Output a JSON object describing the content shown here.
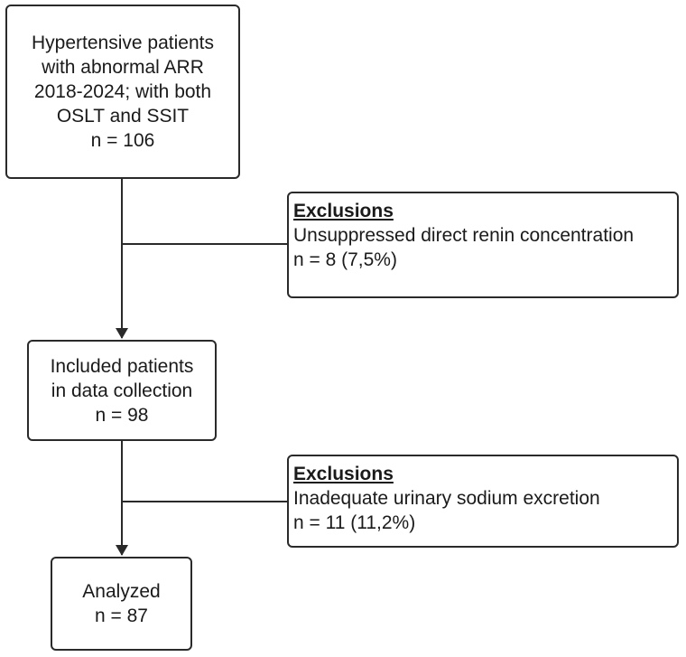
{
  "boxes": {
    "start": {
      "lines": [
        "Hypertensive patients",
        "with abnormal ARR",
        "2018-2024; with both",
        "OSLT and SSIT",
        "n = 106"
      ]
    },
    "exclusion1": {
      "title": "Exclusions",
      "reason": "Unsuppressed direct renin concentration",
      "count": "n = 8 (7,5%)"
    },
    "included": {
      "lines": [
        "Included patients",
        "in data collection",
        "n = 98"
      ]
    },
    "exclusion2": {
      "title": "Exclusions",
      "reason": "Inadequate urinary sodium excretion",
      "count": "n = 11 (11,2%)"
    },
    "analyzed": {
      "lines": [
        "Analyzed",
        "n = 87"
      ]
    }
  },
  "colors": {
    "line": "#2a2a2a",
    "text": "#1a1a1a",
    "background": "#ffffff"
  }
}
